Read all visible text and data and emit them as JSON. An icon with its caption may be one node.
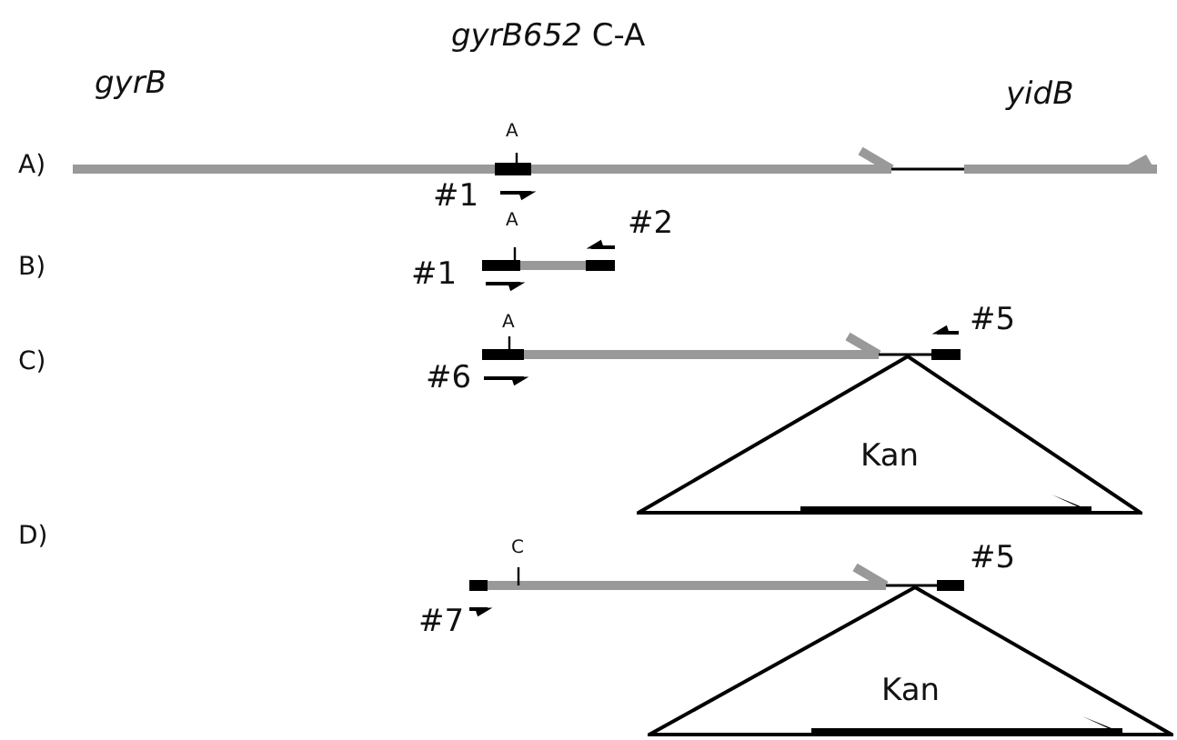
{
  "diagram": {
    "nodes": [
      {
        "text": [
          "Kan"
        ]
      },
      {
        "text": [
          "Kan"
        ]
      }
    ],
    "labels": [
      "*gyrB652* C-A",
      "gyrB",
      "yidB",
      "A)",
      "A",
      "#1",
      "A",
      "#2",
      "B)",
      "#1",
      "C)",
      "A",
      "#5",
      "#6",
      "D)",
      "C",
      "#5",
      "#7"
    ]
  }
}
